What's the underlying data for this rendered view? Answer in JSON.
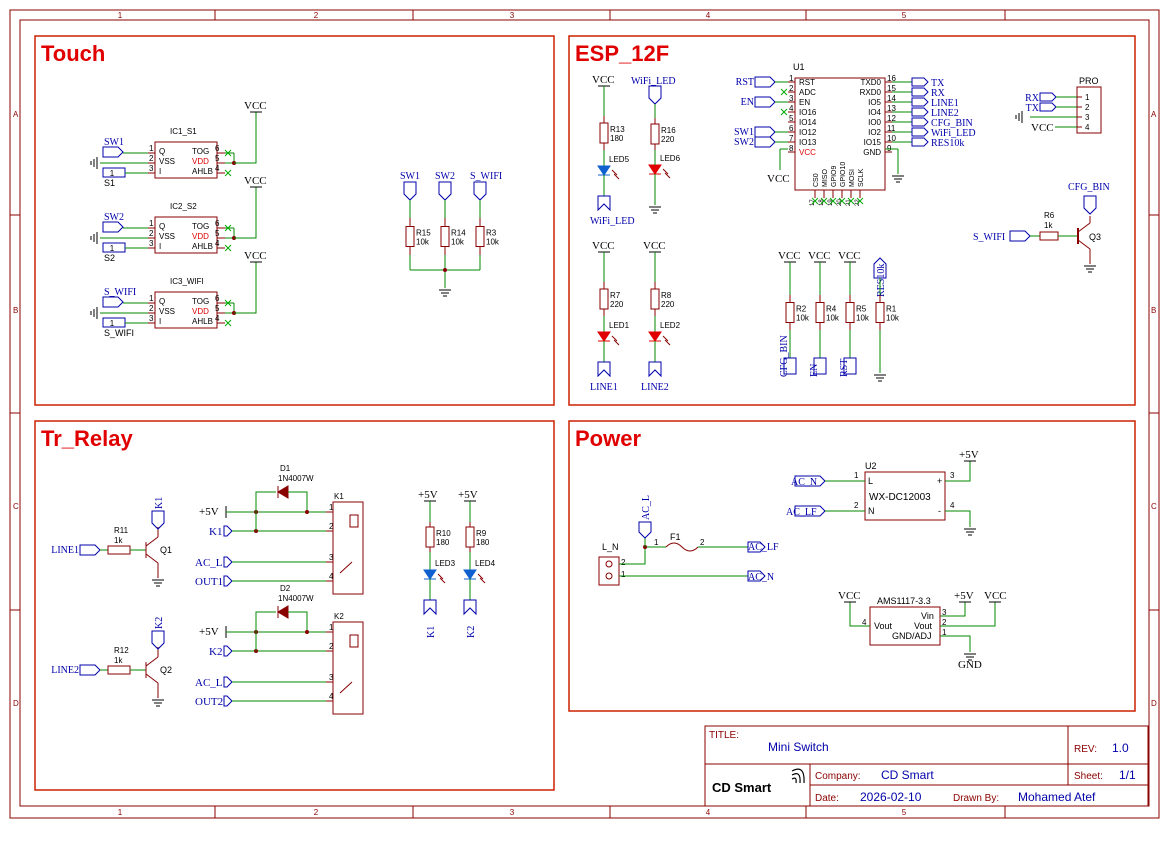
{
  "frame": {
    "col_numbers": [
      "1",
      "2",
      "3",
      "4",
      "5"
    ],
    "row_letters": [
      "A",
      "B",
      "C",
      "D"
    ]
  },
  "colors": {
    "border": "#8b0000",
    "panel": "#cc2200",
    "title_text": "#e00000",
    "wire": "#008800",
    "part": "#880000",
    "label": "#0000aa",
    "pin": "#000000"
  },
  "panels": {
    "touch": "Touch",
    "esp": "ESP_12F",
    "relay": "Tr_Relay",
    "power": "Power"
  },
  "touch": {
    "ics": [
      {
        "name": "IC1_S1",
        "in_label": "SW1",
        "pad": "S1"
      },
      {
        "name": "IC2_S2",
        "in_label": "SW2",
        "pad": "S2"
      },
      {
        "name": "IC3_WIFI",
        "in_label": "S_WIFI",
        "pad": "S_WIFI"
      }
    ],
    "pin_left": [
      "Q",
      "VSS",
      "I"
    ],
    "pin_right": [
      "TOG",
      "VDD",
      "AHLB"
    ],
    "pin_nums_left": [
      "1",
      "2",
      "3"
    ],
    "pin_nums_right": [
      "6",
      "5",
      "4"
    ],
    "one": "1",
    "vcc": "VCC",
    "pulldowns": [
      {
        "net": "SW1",
        "ref": "R15",
        "val": "10k"
      },
      {
        "net": "SW2",
        "ref": "R14",
        "val": "10k"
      },
      {
        "net": "S_WIFI",
        "ref": "R3",
        "val": "10k"
      }
    ]
  },
  "esp": {
    "u1": "U1",
    "left_pins": [
      {
        "n": "1",
        "name": "RST"
      },
      {
        "n": "2",
        "name": "ADC"
      },
      {
        "n": "3",
        "name": "EN"
      },
      {
        "n": "4",
        "name": "IO16"
      },
      {
        "n": "5",
        "name": "IO14"
      },
      {
        "n": "6",
        "name": "IO12"
      },
      {
        "n": "7",
        "name": "IO13"
      },
      {
        "n": "8",
        "name": "VCC"
      }
    ],
    "right_pins": [
      {
        "n": "16",
        "name": "TXD0"
      },
      {
        "n": "15",
        "name": "RXD0"
      },
      {
        "n": "14",
        "name": "IO5"
      },
      {
        "n": "13",
        "name": "IO4"
      },
      {
        "n": "12",
        "name": "IO0"
      },
      {
        "n": "11",
        "name": "IO2"
      },
      {
        "n": "10",
        "name": "IO15"
      },
      {
        "n": "9",
        "name": "GND"
      }
    ],
    "bottom_pins": [
      "CS0",
      "MISO",
      "GPIO9",
      "GPIO10",
      "MOSI",
      "SCLK"
    ],
    "bottom_nums": [
      "17",
      "18",
      "19",
      "20",
      "21",
      "22"
    ],
    "left_nets": [
      "RST",
      "EN",
      "SW1",
      "SW2"
    ],
    "right_nets": [
      "TX",
      "RX",
      "LINE1",
      "LINE2",
      "CFG_BIN",
      "WiFi_LED",
      "RES10k"
    ],
    "vcc": "VCC",
    "leds": [
      {
        "ref": "R13",
        "val": "180",
        "led": "LED5",
        "net": "WiFi_LED"
      },
      {
        "ref": "R16",
        "val": "220",
        "led": "LED6",
        "net": "WiFi_LED"
      },
      {
        "ref": "R7",
        "val": "220",
        "led": "LED1",
        "net": "LINE1"
      },
      {
        "ref": "R8",
        "val": "220",
        "led": "LED2",
        "net": "LINE2"
      }
    ],
    "pullups": [
      {
        "ref": "R2",
        "val": "10k",
        "net": "CFG_BIN"
      },
      {
        "ref": "R4",
        "val": "10k",
        "net": "EN"
      },
      {
        "ref": "R5",
        "val": "10k",
        "net": "RST"
      },
      {
        "ref": "R1",
        "val": "10k",
        "net": "RES10k"
      }
    ],
    "pro": {
      "title": "PRO",
      "pins": [
        "1",
        "2",
        "3",
        "4"
      ],
      "nets": [
        "RX",
        "TX"
      ],
      "vcc": "VCC"
    },
    "q3": {
      "ref": "R6",
      "val": "1k",
      "in": "S_WIFI",
      "q": "Q3",
      "out": "CFG_BIN"
    }
  },
  "relay": {
    "stages": [
      {
        "in": "LINE1",
        "r": "R11",
        "rv": "1k",
        "q": "Q1",
        "k": "K1",
        "d": "D1",
        "dv": "1N4007W",
        "relay": "K1",
        "ac": "AC_L",
        "out": "OUT1"
      },
      {
        "in": "LINE2",
        "r": "R12",
        "rv": "1k",
        "q": "Q2",
        "k": "K2",
        "d": "D2",
        "dv": "1N4007W",
        "relay": "K2",
        "ac": "AC_L",
        "out": "OUT2"
      }
    ],
    "plus5": "+5V",
    "relay_pins": [
      "1",
      "2",
      "3",
      "4"
    ],
    "leds": [
      {
        "ref": "R10",
        "val": "180",
        "led": "LED3",
        "net": "K1"
      },
      {
        "ref": "R9",
        "val": "180",
        "led": "LED4",
        "net": "K2"
      }
    ]
  },
  "power": {
    "ln": {
      "ref": "L_N",
      "pins": [
        "2",
        "1"
      ]
    },
    "acl": "AC_L",
    "fuse": {
      "ref": "F1",
      "p1": "1",
      "p2": "2"
    },
    "aclf": "AC_LF",
    "acn": "AC_N",
    "u2": {
      "ref": "U2",
      "name": "WX-DC12003",
      "l": "L",
      "n": "N",
      "p": "+",
      "m": "-",
      "pins": [
        "1",
        "2",
        "3",
        "4"
      ]
    },
    "plus5": "+5V",
    "ams": {
      "name": "AMS1117-3.3",
      "vin": "Vin",
      "vout": "Vout",
      "vout2": "Vout",
      "gnd": "GND/ADJ",
      "pins": [
        "3",
        "2",
        "1",
        "4"
      ]
    },
    "vcc": "VCC",
    "gnd": "GND"
  },
  "titleblock": {
    "title_label": "TITLE:",
    "title": "Mini Switch",
    "rev_label": "REV:",
    "rev": "1.0",
    "logo": "CD Smart",
    "company_label": "Company:",
    "company": "CD Smart",
    "sheet_label": "Sheet:",
    "sheet": "1/1",
    "date_label": "Date:",
    "date": "2026-02-10",
    "drawn_label": "Drawn By:",
    "drawn": "Mohamed Atef"
  }
}
